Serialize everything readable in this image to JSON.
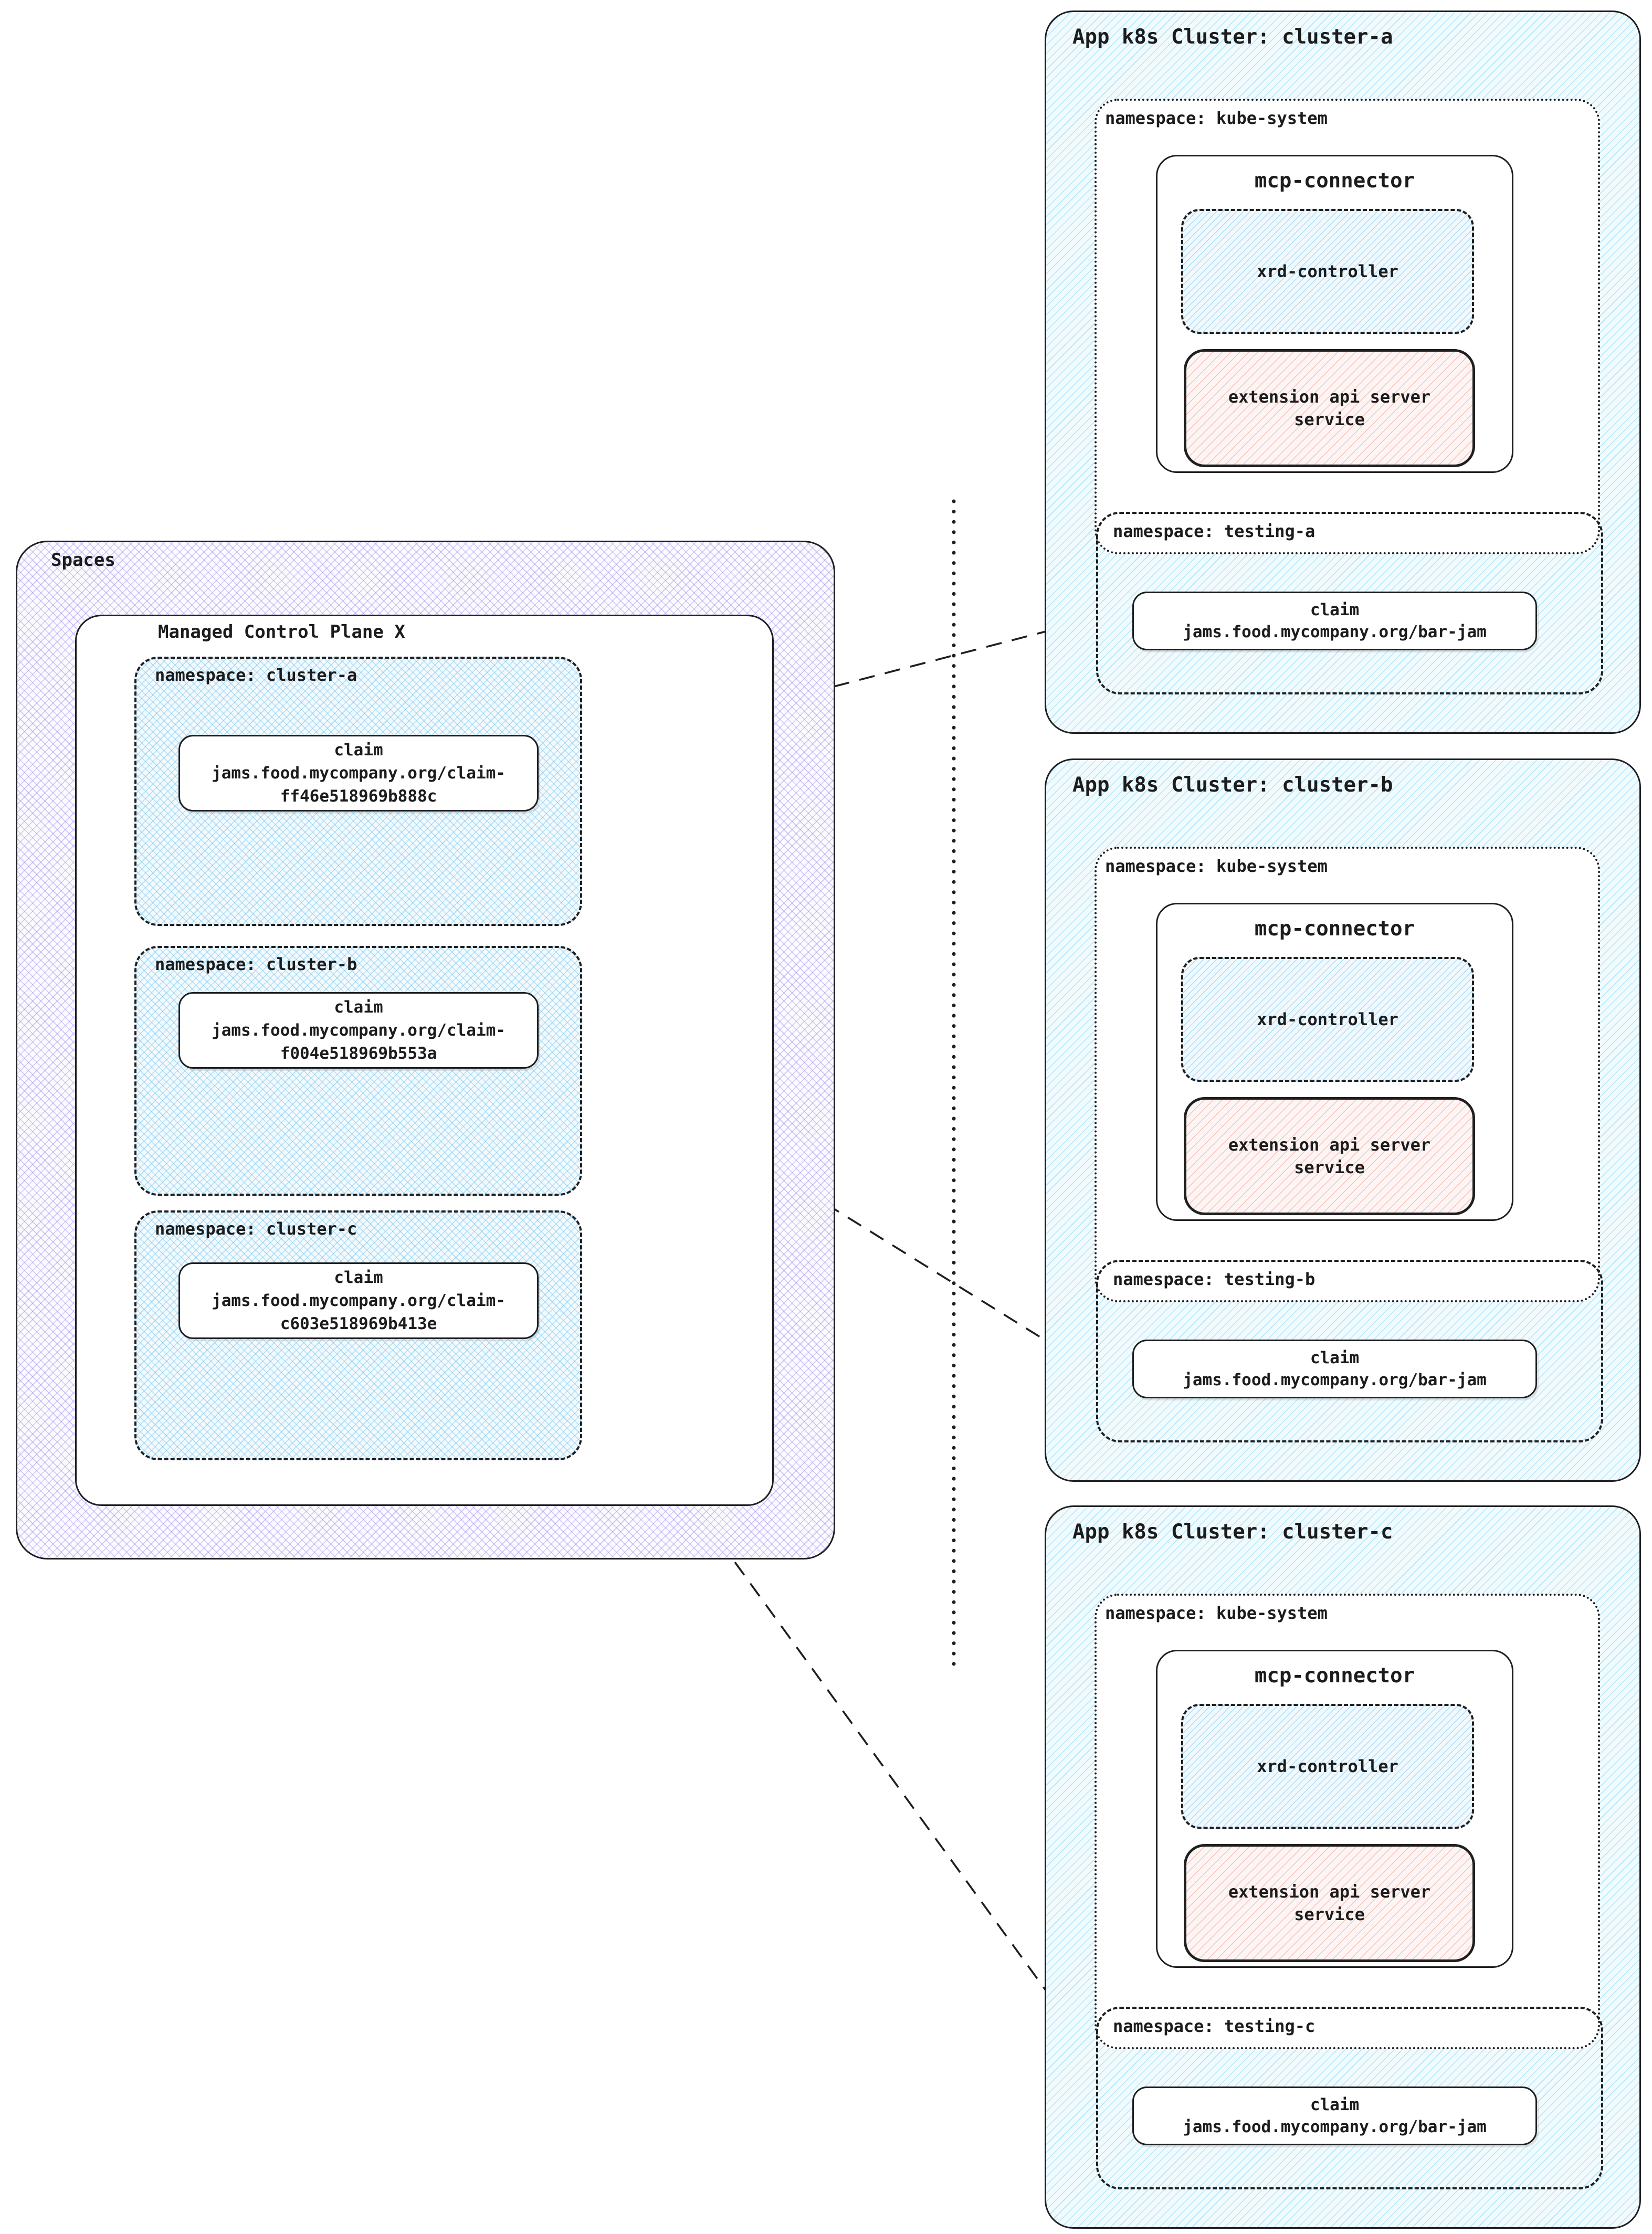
{
  "spaces": {
    "label": "Spaces",
    "mcp": {
      "label": "Managed Control Plane X",
      "namespaces": [
        {
          "label": "namespace: cluster-a",
          "claim_title": "claim",
          "claim_line1": "jams.food.mycompany.org/claim-",
          "claim_line2": "ff46e518969b888c"
        },
        {
          "label": "namespace: cluster-b",
          "claim_title": "claim",
          "claim_line1": "jams.food.mycompany.org/claim-",
          "claim_line2": "f004e518969b553a"
        },
        {
          "label": "namespace: cluster-c",
          "claim_title": "claim",
          "claim_line1": "jams.food.mycompany.org/claim-",
          "claim_line2": "c603e518969b413e"
        }
      ]
    }
  },
  "clusters": [
    {
      "title": "App k8s Cluster: cluster-a",
      "kube_namespace_label": "namespace: kube-system",
      "connector_label": "mcp-connector",
      "xrd_label": "xrd-controller",
      "ext_line1": "extension api server",
      "ext_line2": "service",
      "testing_namespace_label": "namespace: testing-a",
      "claim_title": "claim",
      "claim_line": "jams.food.mycompany.org/bar-jam"
    },
    {
      "title": "App k8s Cluster: cluster-b",
      "kube_namespace_label": "namespace: kube-system",
      "connector_label": "mcp-connector",
      "xrd_label": "xrd-controller",
      "ext_line1": "extension api server",
      "ext_line2": "service",
      "testing_namespace_label": "namespace: testing-b",
      "claim_title": "claim",
      "claim_line": "jams.food.mycompany.org/bar-jam"
    },
    {
      "title": "App k8s Cluster: cluster-c",
      "kube_namespace_label": "namespace: kube-system",
      "connector_label": "mcp-connector",
      "xrd_label": "xrd-controller",
      "ext_line1": "extension api server",
      "ext_line2": "service",
      "testing_namespace_label": "namespace: testing-c",
      "claim_title": "claim",
      "claim_line": "jams.food.mycompany.org/bar-jam"
    }
  ],
  "colors": {
    "spaces_hatch": "#947ee8",
    "namespace_hatch": "#5ebaeb",
    "cluster_hatch": "#79cdee",
    "xrd_hatch": "#6ebee9",
    "ext_hatch": "#eb8278",
    "border": "#1f1f1f"
  }
}
